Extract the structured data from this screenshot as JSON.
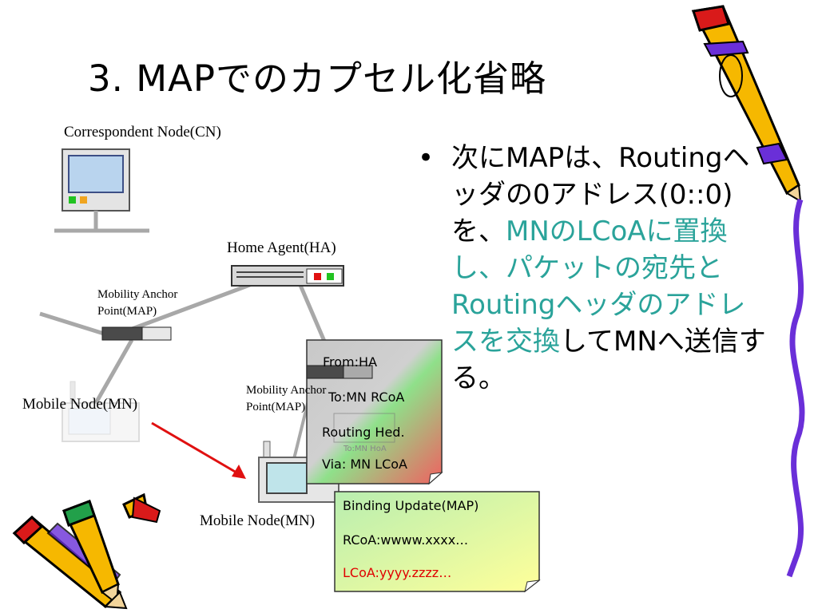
{
  "slide": {
    "title": "3. MAPでのカプセル化省略"
  },
  "nodes": {
    "cn_label": "Correspondent Node(CN)",
    "ha_label": "Home Agent(HA)",
    "map1_label_line1": "Mobility Anchor",
    "map1_label_line2": "Point(MAP)",
    "map2_label_line1": "Mobility Anchor",
    "map2_label_line2": "Point(MAP)",
    "mn1_label": "Mobile Node(MN)",
    "mn2_label": "Mobile Node(MN)"
  },
  "packet": {
    "from": "From:HA",
    "to": "To:MN RCoA",
    "routing": "Routing Hed.",
    "via": "Via: MN LCoA",
    "inner_to": "To:MN HoA"
  },
  "binding_update": {
    "line1": "Binding Update(MAP)",
    "line2": "RCoA:wwww.xxxx…",
    "line3": "LCoA:yyyy.zzzz…"
  },
  "bullet": {
    "marker": "•",
    "text_a": "次にMAPは、Routingヘッダの0アドレス(0::0)を、",
    "text_b": "MNのLCoAに置換し、パケットの宛先とRoutingヘッダのアドレスを交換",
    "text_c": "してMNへ送信する。"
  },
  "colors": {
    "highlight": "#2aa39a",
    "lcoa_text": "#e00000",
    "arrow": "#e01010",
    "pencil_body": "#f6b800",
    "pencil_stripe": "#6a2fd8"
  }
}
